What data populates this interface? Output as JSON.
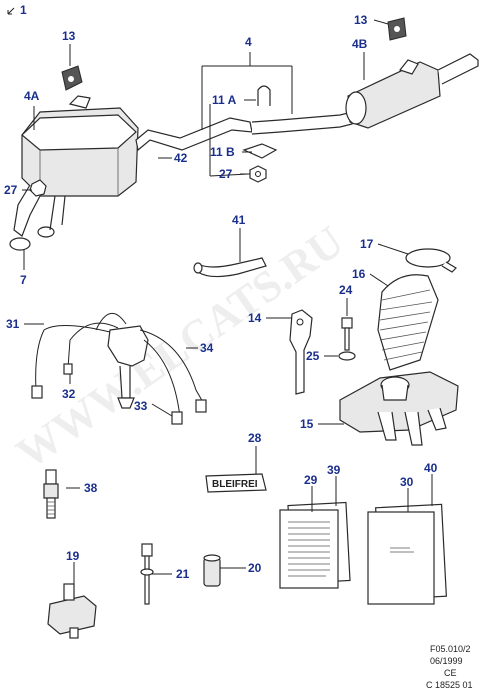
{
  "page_ref": "1",
  "callouts": {
    "c13a": "13",
    "c13b": "13",
    "c4": "4",
    "c4a": "4A",
    "c4b": "4B",
    "c11a": "11 A",
    "c11b": "11 B",
    "c42": "42",
    "c27a": "27",
    "c27b": "27",
    "c7": "7",
    "c41": "41",
    "c17": "17",
    "c16": "16",
    "c24": "24",
    "c14": "14",
    "c25": "25",
    "c15": "15",
    "c31": "31",
    "c34": "34",
    "c32": "32",
    "c33": "33",
    "c28": "28",
    "c38": "38",
    "c29": "29",
    "c39": "39",
    "c30": "30",
    "c40": "40",
    "c19": "19",
    "c21": "21",
    "c20": "20"
  },
  "label_28_text": "BLEIFREI",
  "watermark": "WWW.ELCATS.RU",
  "footer": {
    "line1": "F05.010/2",
    "line2": "06/1999",
    "line3": "CE",
    "line4": "C 18525 01"
  },
  "colors": {
    "callout": "#1a2f8c",
    "line": "#222222",
    "background": "#ffffff"
  }
}
